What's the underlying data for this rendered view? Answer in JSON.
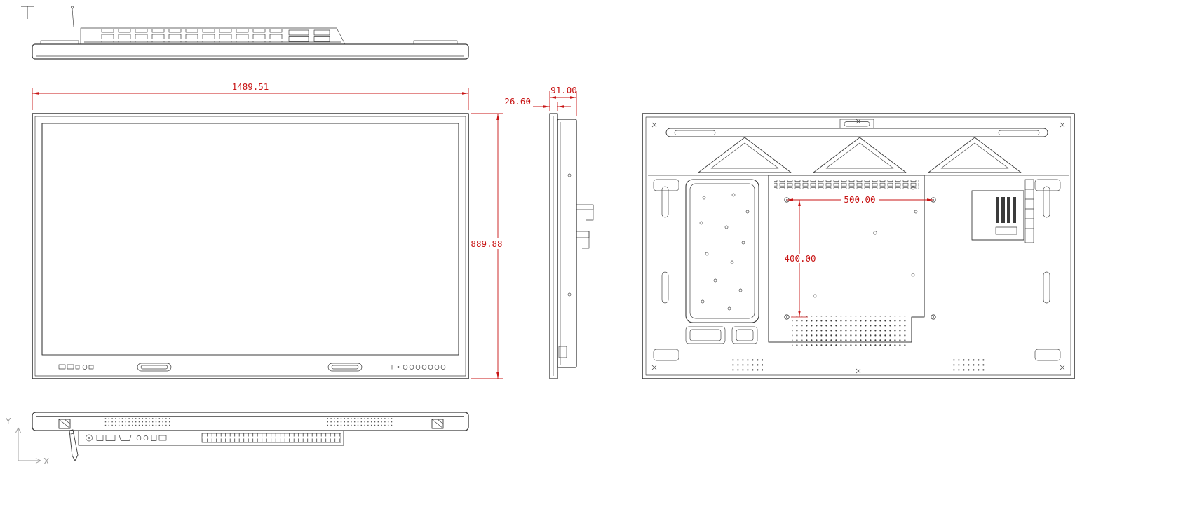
{
  "drawing": {
    "dimensions": {
      "front_width": "1489.51",
      "front_height": "889.88",
      "side_panel_depth": "26.60",
      "side_total_depth": "91.00",
      "vesa_horizontal": "500.00",
      "vesa_vertical": "400.00"
    },
    "axes": {
      "x": "X",
      "y": "Y"
    },
    "colors": {
      "line": "#3b3b3b",
      "dim": "#c81414",
      "axis": "#9a9a9a",
      "bg": "#ffffff"
    }
  }
}
